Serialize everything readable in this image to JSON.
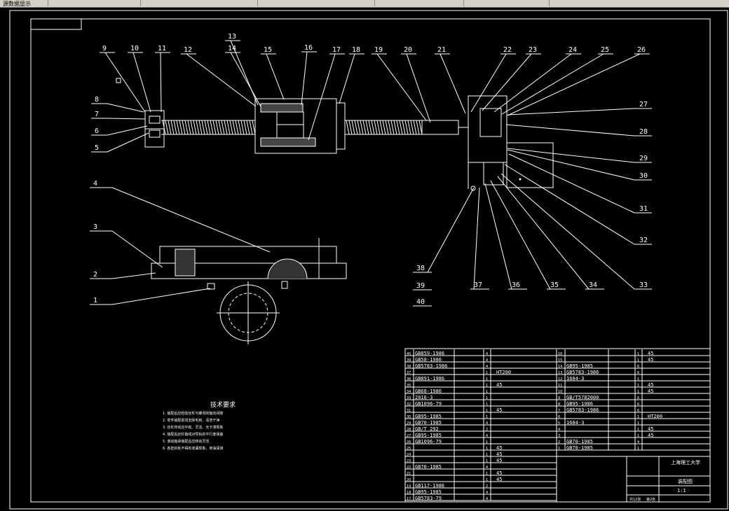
{
  "app": {
    "tabs": [
      "源数据显示",
      "",
      "",
      "",
      "",
      ""
    ]
  },
  "balloons_upper": [
    "9",
    "10",
    "11",
    "12",
    "13",
    "14",
    "15",
    "16",
    "17",
    "18",
    "19",
    "20",
    "21",
    "22",
    "23",
    "24",
    "25",
    "26"
  ],
  "balloons_left": [
    "8",
    "7",
    "6",
    "5"
  ],
  "balloons_right": [
    "27",
    "28",
    "29",
    "30",
    "31",
    "32",
    "33"
  ],
  "balloons_bottom": [
    "38",
    "39",
    "40",
    "37",
    "36",
    "35",
    "34"
  ],
  "balloons_lower": [
    "4",
    "3",
    "2",
    "1"
  ],
  "tech_req": {
    "title": "技术要求",
    "lines": [
      "1. 装配后应检验丝杠与螺母的轴向间隙",
      "2. 零件装配前须去除毛刺、清洗干净",
      "3. 丝杠传动应平稳、灵活、无卡滞现象",
      "4. 装配后丝杠轴线对导轨的平行度误差",
      "5. 滚动轴承装配后应转动灵活",
      "6. 各密封处不得有渗漏现象，用油润滑"
    ]
  },
  "bom_left": [
    {
      "no": "40",
      "code": "GB859-1986",
      "qty": "4",
      "mat": ""
    },
    {
      "no": "39",
      "code": "GB58-1986",
      "qty": "4",
      "mat": ""
    },
    {
      "no": "38",
      "code": "GB5783-1986",
      "qty": "4",
      "mat": ""
    },
    {
      "no": "37",
      "code": "",
      "qty": "1",
      "mat": "HT200"
    },
    {
      "no": "36",
      "code": "GB891-1986",
      "qty": "1",
      "mat": ""
    },
    {
      "no": "35",
      "code": "",
      "qty": "1",
      "mat": "45"
    },
    {
      "no": "34",
      "code": "GB68-1986",
      "qty": "1",
      "mat": ""
    },
    {
      "no": "33",
      "code": "2016-3",
      "qty": "1",
      "mat": ""
    },
    {
      "no": "32",
      "code": "GB1096-79",
      "qty": "1",
      "mat": ""
    },
    {
      "no": "31",
      "code": "",
      "qty": "1",
      "mat": "45"
    },
    {
      "no": "30",
      "code": "GB95-1985",
      "qty": "1",
      "mat": ""
    },
    {
      "no": "29",
      "code": "GB70-1985",
      "qty": "4",
      "mat": ""
    },
    {
      "no": "28",
      "code": "GB/T 292",
      "qty": "2",
      "mat": ""
    },
    {
      "no": "27",
      "code": "GB95-1985",
      "qty": "4",
      "mat": ""
    },
    {
      "no": "26",
      "code": "GB1096-79",
      "qty": "1",
      "mat": ""
    },
    {
      "no": "25",
      "code": "",
      "qty": "1",
      "mat": "45"
    },
    {
      "no": "24",
      "code": "",
      "qty": "1",
      "mat": "45"
    },
    {
      "no": "23",
      "code": "",
      "qty": "1",
      "mat": "45"
    },
    {
      "no": "22",
      "code": "GB70-1985",
      "qty": "4",
      "mat": ""
    },
    {
      "no": "21",
      "code": "",
      "qty": "1",
      "mat": "45"
    },
    {
      "no": "20",
      "code": "",
      "qty": "1",
      "mat": "45"
    },
    {
      "no": "19",
      "code": "GB117-1986",
      "qty": "2",
      "mat": ""
    },
    {
      "no": "18",
      "code": "GB95-1985",
      "qty": "4",
      "mat": ""
    },
    {
      "no": "17",
      "code": "GB5783-79",
      "qty": "4",
      "mat": ""
    }
  ],
  "bom_right": [
    {
      "no": "16",
      "code": "",
      "qty": "1",
      "mat": "45"
    },
    {
      "no": "15",
      "code": "",
      "qty": "1",
      "mat": "45"
    },
    {
      "no": "14",
      "code": "GB95-1985",
      "qty": "6",
      "mat": ""
    },
    {
      "no": "13",
      "code": "GB5783-1986",
      "qty": "6",
      "mat": ""
    },
    {
      "no": "12",
      "code": "1604-3",
      "qty": "1",
      "mat": ""
    },
    {
      "no": "11",
      "code": "",
      "qty": "1",
      "mat": "45"
    },
    {
      "no": "10",
      "code": "",
      "qty": "1",
      "mat": "45"
    },
    {
      "no": "9",
      "code": "GB/T5782000",
      "qty": "6",
      "mat": ""
    },
    {
      "no": "8",
      "code": "GB95-1986",
      "qty": "6",
      "mat": ""
    },
    {
      "no": "7",
      "code": "GB5783-1986",
      "qty": "6",
      "mat": ""
    },
    {
      "no": "6",
      "code": "",
      "qty": "1",
      "mat": "HT200"
    },
    {
      "no": "5",
      "code": "1604-3",
      "qty": "1",
      "mat": ""
    },
    {
      "no": "4",
      "code": "",
      "qty": "1",
      "mat": "45"
    },
    {
      "no": "3",
      "code": "",
      "qty": "1",
      "mat": "45"
    },
    {
      "no": "2",
      "code": "GB70-1985",
      "qty": "4",
      "mat": ""
    },
    {
      "no": "1",
      "code": "GB70-1985",
      "qty": "1",
      "mat": ""
    }
  ],
  "title_block": {
    "school": "上海理工大学",
    "drawing_name": "装配图",
    "sheet_total": "共12张",
    "sheet_no": "第2张",
    "scale": "1:1"
  }
}
